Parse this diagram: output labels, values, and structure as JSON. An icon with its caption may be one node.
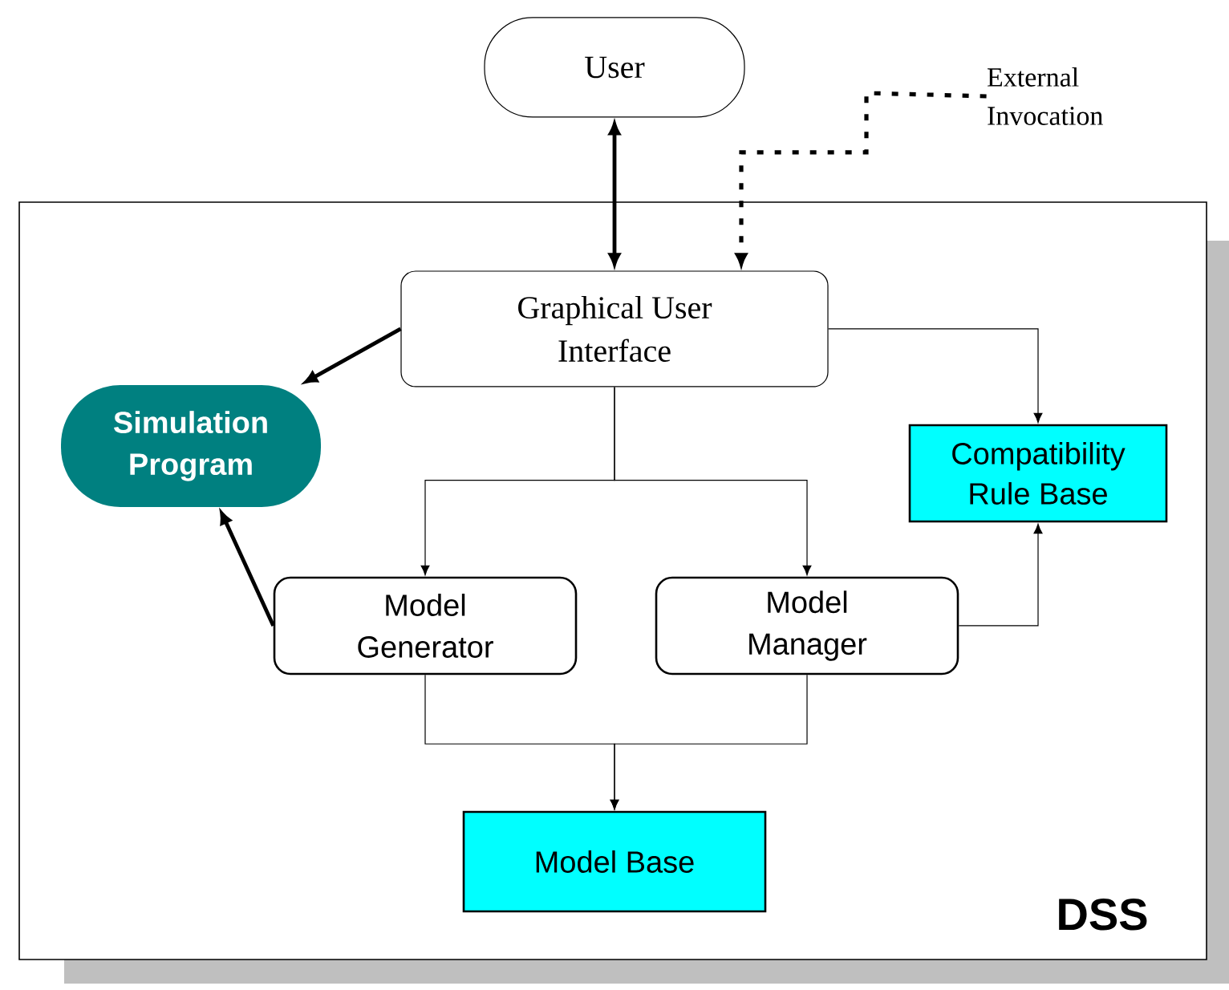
{
  "diagram": {
    "nodes": [
      {
        "text": [
          "User"
        ]
      },
      {
        "text": [
          "DSS"
        ]
      },
      {
        "text": [
          "Graphical User Interface"
        ],
        "in": 1
      },
      {
        "text": [
          "Simulation Program"
        ],
        "in": 1
      },
      {
        "text": [
          "Compatibility Rule Base"
        ],
        "in": 1
      },
      {
        "text": [
          "Model Generator"
        ],
        "in": 1
      },
      {
        "text": [
          "Model Manager"
        ],
        "in": 1
      },
      {
        "text": [
          "Model Base"
        ],
        "in": 1
      },
      {
        "text": [
          "External Invocation"
        ]
      }
    ],
    "edges": [
      {
        "from": 0,
        "to": 2,
        "arrow": "both",
        "style": "thick"
      },
      {
        "from": 8,
        "to": 2,
        "arrow": "to",
        "style": "dashed"
      },
      {
        "from": 2,
        "to": 3,
        "arrow": "to",
        "style": "thick"
      },
      {
        "from": 2,
        "to": 4,
        "arrow": "to"
      },
      {
        "from": 2,
        "to": 5,
        "arrow": "to"
      },
      {
        "from": 2,
        "to": 6,
        "arrow": "to"
      },
      {
        "from": 5,
        "to": 3,
        "arrow": "to",
        "style": "thick"
      },
      {
        "from": 6,
        "to": 4,
        "arrow": "to"
      },
      {
        "from": 5,
        "to": 7,
        "arrow": "to"
      },
      {
        "from": 6,
        "to": 7,
        "arrow": "to"
      }
    ]
  }
}
